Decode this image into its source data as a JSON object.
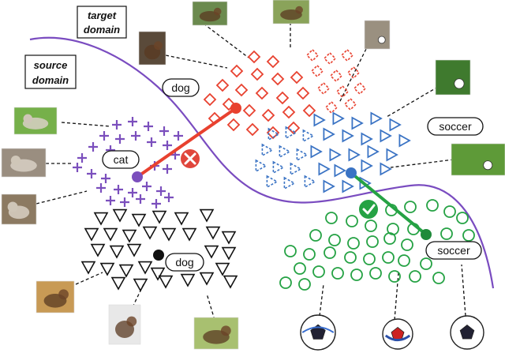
{
  "domains": {
    "target": {
      "line1": "target",
      "line2": "domain"
    },
    "source": {
      "line1": "source",
      "line2": "domain"
    }
  },
  "labels": {
    "dog_target": "dog",
    "cat": "cat",
    "soccer_target": "soccer",
    "dog_source": "dog",
    "soccer_source": "soccer"
  },
  "colors": {
    "boundary": "#7a4cc0",
    "cat": "#7b4fbd",
    "dog_target": "#e8412f",
    "soccer_target": "#3a73c4",
    "soccer_source": "#25a244",
    "dog_source": "#111111",
    "wrong": "#e0463c",
    "right": "#25a244"
  },
  "icons": {
    "wrong": "cross-icon",
    "right": "check-icon"
  },
  "thumbnails": [
    {
      "name": "dachshund-photo",
      "subject": "dog",
      "color": "#6b8a4e"
    },
    {
      "name": "sleeping-dog-photo",
      "subject": "dog",
      "color": "#8aa35a"
    },
    {
      "name": "collie-photo",
      "subject": "dog",
      "color": "#5a4a3a"
    },
    {
      "name": "ball-grass-photo",
      "subject": "soccer",
      "color": "#9a9080"
    },
    {
      "name": "soccer-player-photo",
      "subject": "soccer",
      "color": "#3f7a2e"
    },
    {
      "name": "kitten-grass-photo",
      "subject": "cat",
      "color": "#76b04a"
    },
    {
      "name": "tabby-cat-photo",
      "subject": "cat",
      "color": "#9a8e80"
    },
    {
      "name": "tabby-cat-2-photo",
      "subject": "cat",
      "color": "#8c7a62"
    },
    {
      "name": "soccer-field-photo",
      "subject": "soccer",
      "color": "#5e9a38"
    },
    {
      "name": "golden-retriever-photo",
      "subject": "dog",
      "color": "#c89a55"
    },
    {
      "name": "dalmatian-photo",
      "subject": "dog",
      "color": "#e8e8e8"
    },
    {
      "name": "puppy-photo",
      "subject": "dog",
      "color": "#a8c070"
    },
    {
      "name": "soccer-ball-blue-photo",
      "subject": "soccer",
      "color": "#ffffff"
    },
    {
      "name": "soccer-ball-usa-photo",
      "subject": "soccer",
      "color": "#ffffff"
    },
    {
      "name": "soccer-ball-classic-photo",
      "subject": "soccer",
      "color": "#ffffff"
    }
  ]
}
